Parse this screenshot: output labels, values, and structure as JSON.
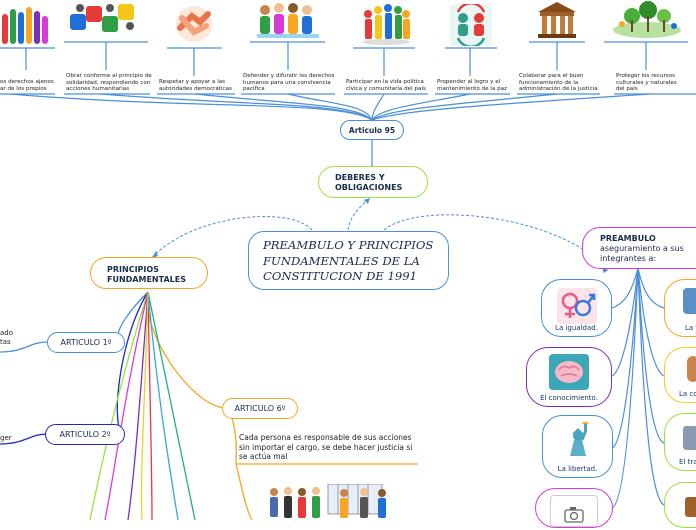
{
  "center": {
    "title": "PREAMBULO Y PRINCIPIOS FUNDAMENTALES DE LA CONSTITUCION DE 1991"
  },
  "deberes": {
    "label": "DEBERES Y OBLIGACIONES"
  },
  "articulo95": {
    "label": "Articulo 95"
  },
  "duties": [
    {
      "text": "os derechos ajenos ar de los propios",
      "icon": "raised-hands-icon"
    },
    {
      "text": "Obrar conforme al principio de solidaridad, respondiendo con acciones humanitarias",
      "icon": "puzzle-pieces-icon"
    },
    {
      "text": "Respetar y apoyar a las autoridades democráticas",
      "icon": "handshake-icon"
    },
    {
      "text": "Defender y difundir los derechos humanos para una convivencia pacífica",
      "icon": "people-group-icon"
    },
    {
      "text": "Participar en la vida política cívica y comunitaria del país",
      "icon": "people-circle-icon"
    },
    {
      "text": "Propender al logro y el mantenimiento de la paz",
      "icon": "cycle-arrows-icon"
    },
    {
      "text": "Colaborar para el buen funcionamiento de la administración de la justicia",
      "icon": "courthouse-icon"
    },
    {
      "text": "Proteger los recursos culturales y naturales del país",
      "icon": "nature-icon"
    }
  ],
  "principios": {
    "label": "PRINCIPIOS FUNDAMENTALES",
    "articles": [
      {
        "label": "ARTICULO 1º",
        "side_text": "ado tas"
      },
      {
        "label": "ARTICULO 2º",
        "side_text": "ger"
      },
      {
        "label": "ARTICULO 6º",
        "description": "Cada persona es responsable de sus acciones sin importar el cargo, se debe hacer justicia si se actúa mal",
        "image": "people-group-illustration"
      }
    ]
  },
  "preambulo": {
    "title": "PREAMBULO",
    "subtitle": "aseguramiento a sus integrantes a:",
    "items": [
      {
        "label": "La igualdad.",
        "icon": "gender-equality-icon"
      },
      {
        "label": "El conocimiento.",
        "icon": "brain-icon"
      },
      {
        "label": "La libertad.",
        "icon": "statue-of-liberty-icon"
      },
      {
        "label": "",
        "icon": "camera-placeholder-icon"
      }
    ],
    "right_items": [
      {
        "label": "La v"
      },
      {
        "label": "La co"
      },
      {
        "label": "El tra"
      },
      {
        "label": ""
      }
    ]
  },
  "colors": {
    "blue": "#4a8fd9",
    "green": "#9be23a",
    "orange": "#f5a623",
    "purple": "#7b2fbf",
    "pink": "#d63ad8",
    "dark": "#1b2b4a"
  }
}
